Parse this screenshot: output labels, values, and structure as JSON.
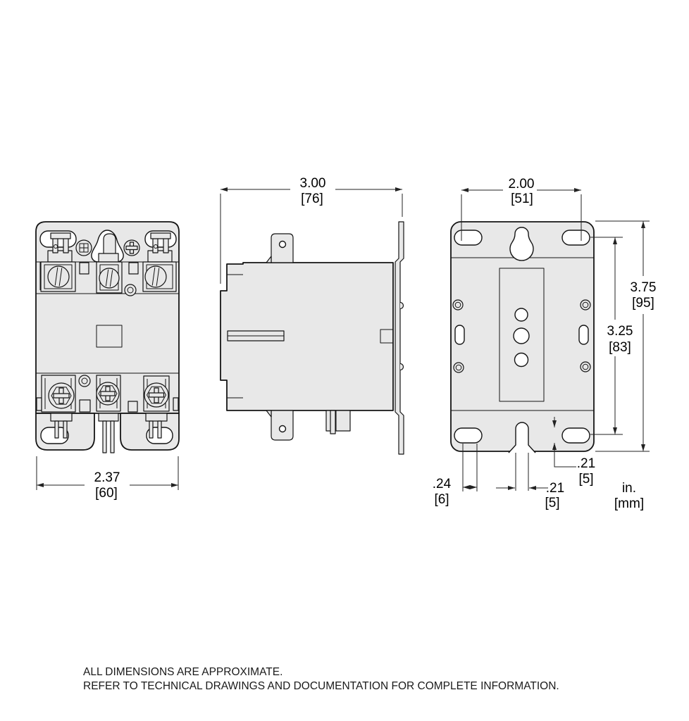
{
  "drawing": {
    "title": "contactor-dimension-drawing",
    "dims": {
      "front_width": {
        "in": "2.37",
        "mm": "[60]"
      },
      "side_depth": {
        "in": "3.00",
        "mm": "[76]"
      },
      "mount_hole_spacing_horizontal": {
        "in": "2.00",
        "mm": "[51]"
      },
      "overall_height": {
        "in": "3.75",
        "mm": "[95]"
      },
      "mount_hole_spacing_vertical": {
        "in": "3.25",
        "mm": "[83]"
      },
      "mount_slot_width": {
        "in": ".24",
        "mm": "[6]"
      },
      "notch_width": {
        "in": ".21",
        "mm": "[5]"
      },
      "mount_slot_height": {
        "in": ".21",
        "mm": "[5]"
      }
    },
    "units": {
      "inches": "in.",
      "millimeters": "[mm]"
    },
    "footer": {
      "line1": "ALL DIMENSIONS ARE APPROXIMATE.",
      "line2": "REFER TO TECHNICAL DRAWINGS AND DOCUMENTATION FOR COMPLETE INFORMATION."
    },
    "colors": {
      "body_fill": "#e8e8e8",
      "line": "#141414",
      "dim_line": "#222222",
      "background": "#ffffff"
    }
  }
}
